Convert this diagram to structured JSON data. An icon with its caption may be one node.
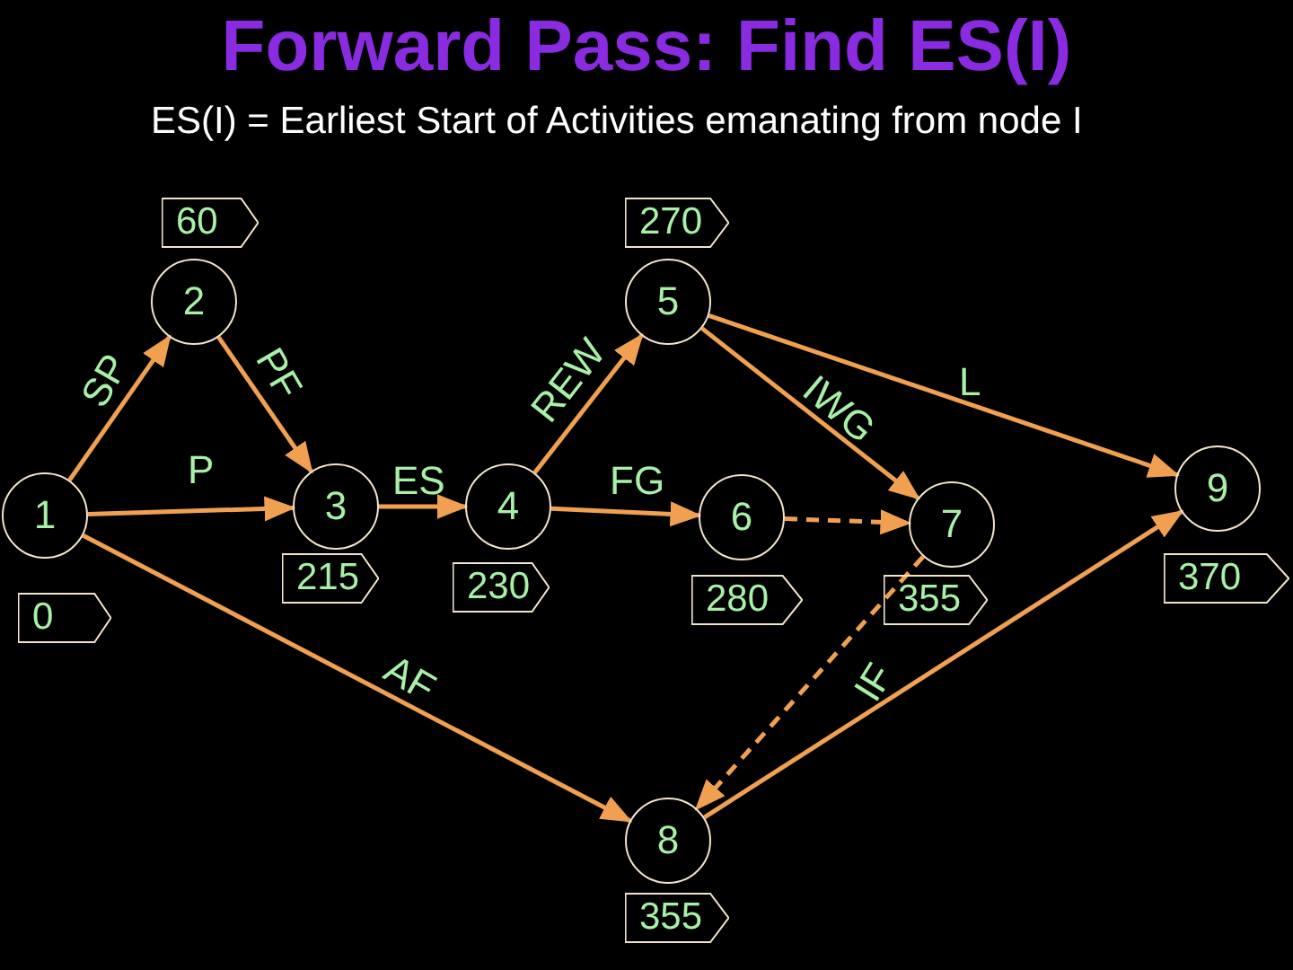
{
  "diagram": {
    "title": "Forward Pass: Find ES(I)",
    "nodes": [
      {
        "text": [
          "1"
        ],
        "beside": [
          "0"
        ]
      },
      {
        "text": [
          "2"
        ],
        "beside": [
          "60"
        ]
      },
      {
        "text": [
          "3"
        ],
        "beside": [
          "215"
        ]
      },
      {
        "text": [
          "4"
        ],
        "beside": [
          "230"
        ]
      },
      {
        "text": [
          "5"
        ],
        "beside": [
          "270"
        ]
      },
      {
        "text": [
          "6"
        ],
        "beside": [
          "280"
        ]
      },
      {
        "text": [
          "7"
        ],
        "beside": [
          "355"
        ]
      },
      {
        "text": [
          "8"
        ],
        "beside": [
          "355"
        ]
      },
      {
        "text": [
          "9"
        ],
        "beside": [
          "370"
        ]
      }
    ],
    "edges": [
      {
        "from": 0,
        "to": 1,
        "arrow": "to",
        "label": "SP"
      },
      {
        "from": 1,
        "to": 2,
        "arrow": "to",
        "label": "PF"
      },
      {
        "from": 0,
        "to": 2,
        "arrow": "to",
        "label": "P"
      },
      {
        "from": 2,
        "to": 3,
        "arrow": "to",
        "label": "ES"
      },
      {
        "from": 0,
        "to": 7,
        "arrow": "to",
        "label": "AF"
      },
      {
        "from": 3,
        "to": 4,
        "arrow": "to",
        "label": "REW"
      },
      {
        "from": 3,
        "to": 5,
        "arrow": "to",
        "label": "FG"
      },
      {
        "from": 4,
        "to": 6,
        "arrow": "to",
        "label": "IWG"
      },
      {
        "from": 4,
        "to": 8,
        "arrow": "to",
        "label": "L"
      },
      {
        "from": 5,
        "to": 6,
        "arrow": "to",
        "style": "dashed"
      },
      {
        "from": 6,
        "to": 7,
        "arrow": "to",
        "style": "dashed"
      },
      {
        "from": 7,
        "to": 8,
        "arrow": "to",
        "label": "IF"
      }
    ],
    "labels": [
      "ES(I) = Earliest Start of Activities emanating from node I"
    ]
  }
}
